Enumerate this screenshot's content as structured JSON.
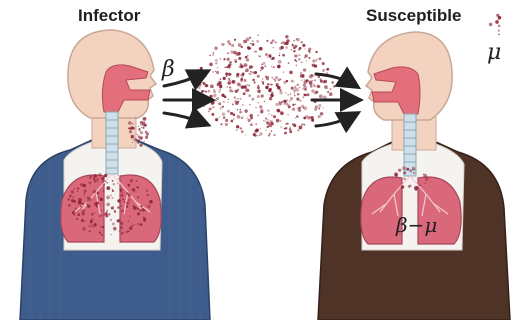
{
  "labels": {
    "infector": "Infector",
    "susceptible": "Susceptible",
    "beta": "β",
    "mu": "μ",
    "beta_minus_mu": "β−μ"
  },
  "colors": {
    "skin": "#f3d2c0",
    "shirt_infector": "#3f5d8c",
    "shirt_susceptible": "#4f3327",
    "lung": "#d9697a",
    "airway": "#e36f7d",
    "particles": "#8a2233",
    "arrow": "#222222"
  }
}
